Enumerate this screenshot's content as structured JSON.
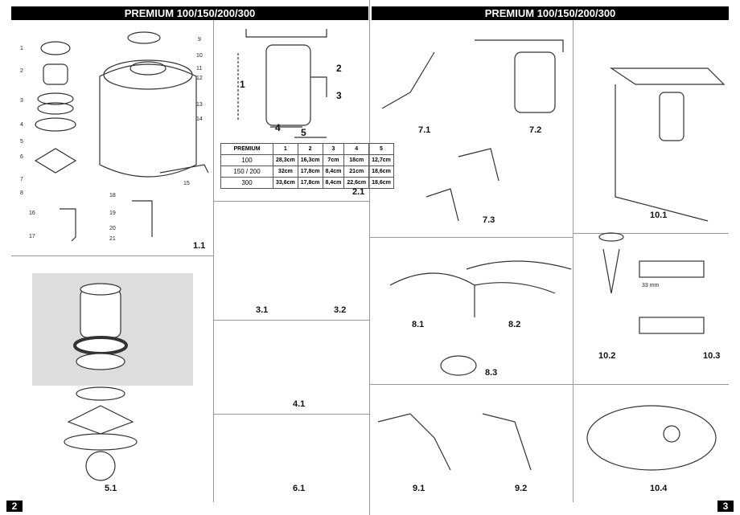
{
  "header": {
    "left_title": "PREMIUM 100/150/200/300",
    "right_title": "PREMIUM 100/150/200/300"
  },
  "page_numbers": {
    "left": "2",
    "right": "3"
  },
  "figures": {
    "f1_1": "1.1",
    "f2_1": "2.1",
    "f3_1": "3.1",
    "f3_2": "3.2",
    "f4_1": "4.1",
    "f5_1": "5.1",
    "f6_1": "6.1",
    "f7_1": "7.1",
    "f7_2": "7.2",
    "f7_3": "7.3",
    "f8_1": "8.1",
    "f8_2": "8.2",
    "f8_3": "8.3",
    "f9_1": "9.1",
    "f9_2": "9.2",
    "f10_1": "10.1",
    "f10_2": "10.2",
    "f10_3": "10.3",
    "f10_4": "10.4"
  },
  "parts_1_1": [
    "1",
    "2",
    "3",
    "4",
    "5",
    "6",
    "7",
    "8",
    "9",
    "10",
    "11",
    "12",
    "13",
    "14",
    "15",
    "16",
    "17",
    "18",
    "19",
    "20",
    "21"
  ],
  "dims_2_1": [
    "1",
    "2",
    "3",
    "4",
    "5"
  ],
  "dimension_label_10_3": "33 mm",
  "table": {
    "headers": [
      "PREMIUM",
      "1",
      "2",
      "3",
      "4",
      "5"
    ],
    "rows": [
      [
        "100",
        "28,3cm",
        "16,3cm",
        "7cm",
        "18cm",
        "12,7cm"
      ],
      [
        "150 / 200",
        "32cm",
        "17,8cm",
        "8,4cm",
        "21cm",
        "18,6cm"
      ],
      [
        "300",
        "33,6cm",
        "17,8cm",
        "8,4cm",
        "22,6cm",
        "18,6cm"
      ]
    ]
  }
}
